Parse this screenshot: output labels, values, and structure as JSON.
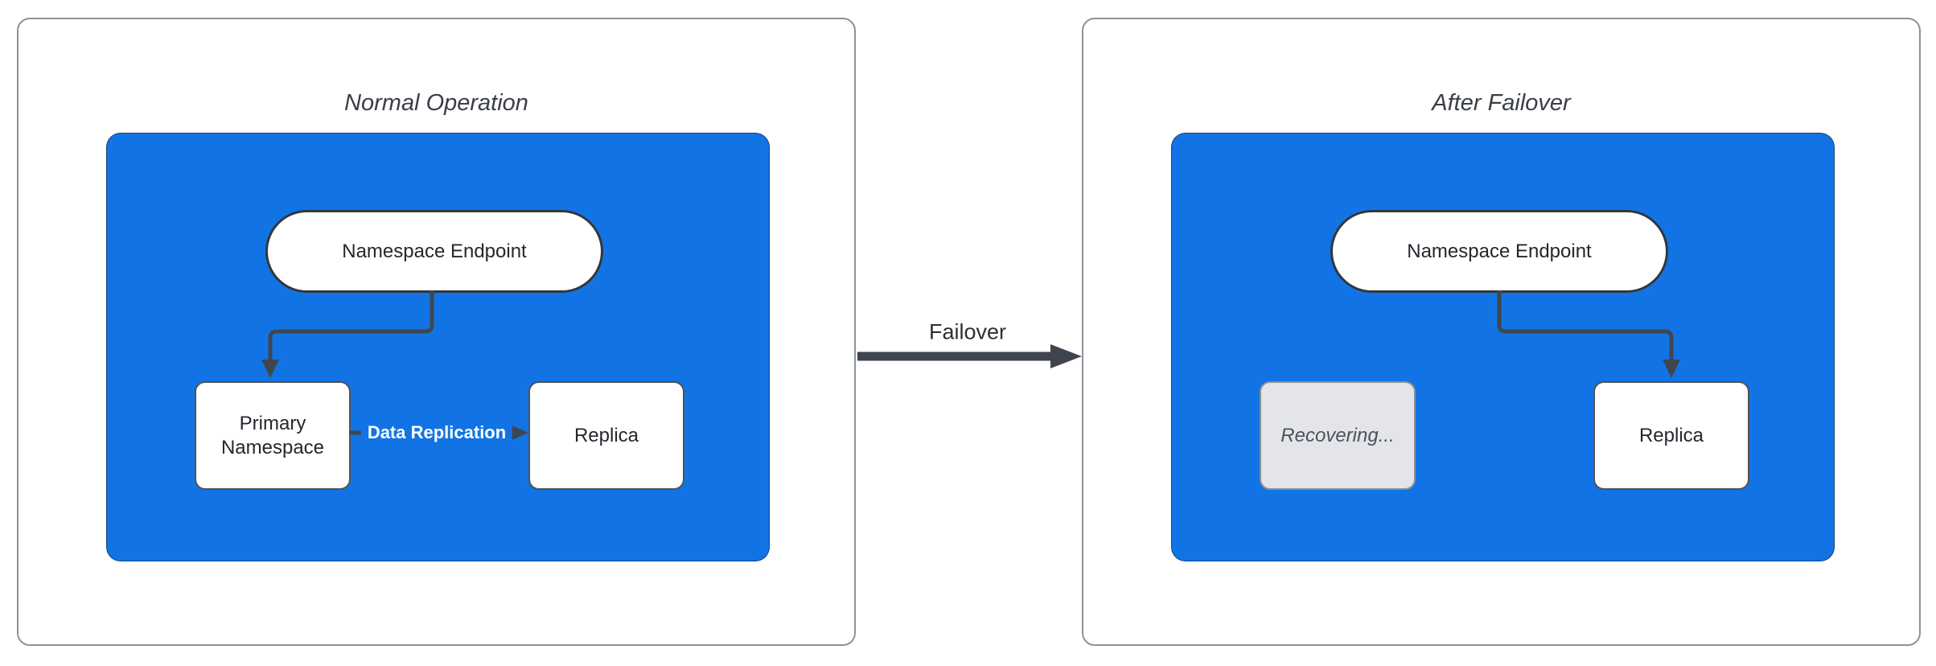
{
  "colors": {
    "blue": "#1274E4",
    "connector": "#40464F",
    "failover-arrow": "#3E4450",
    "panel-border": "#8E9297",
    "node-border": "#4E5257",
    "recovering-bg": "#E3E5E9",
    "recovering-text": "#4B525C"
  },
  "left_panel": {
    "title": "Normal Operation",
    "endpoint_label": "Namespace Endpoint",
    "primary_label": "Primary Namespace",
    "replica_label": "Replica",
    "replication_edge_label": "Data Replication"
  },
  "transition": {
    "label": "Failover"
  },
  "right_panel": {
    "title": "After Failover",
    "endpoint_label": "Namespace Endpoint",
    "recovering_label": "Recovering...",
    "replica_label": "Replica"
  }
}
